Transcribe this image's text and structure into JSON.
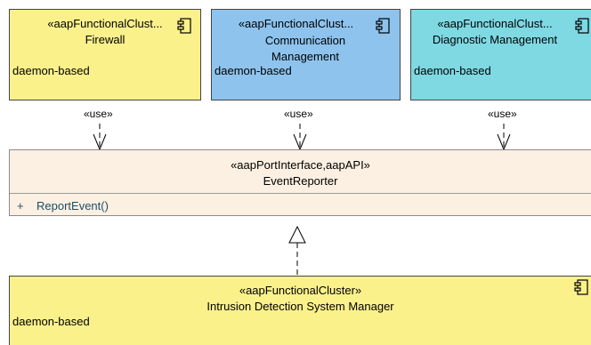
{
  "clusters": [
    {
      "stereotype": "«aapFunctionalClust...",
      "name": "Firewall",
      "property": "daemon-based",
      "color": "#fbf18b"
    },
    {
      "stereotype": "«aapFunctionalClust...",
      "name": "Communication Management",
      "property": "daemon-based",
      "color": "#8ec3ed"
    },
    {
      "stereotype": "«aapFunctionalClust...",
      "name": "Diagnostic Management",
      "property": "daemon-based",
      "color": "#7ed9e3"
    }
  ],
  "interface": {
    "stereotype": "«aapPortInterface,aapAPI»",
    "name": "EventReporter",
    "operation": {
      "visibility": "+",
      "name": "ReportEvent()"
    },
    "color": "#fbf0e1"
  },
  "use_labels": [
    "«use»",
    "«use»",
    "«use»"
  ],
  "bottom_cluster": {
    "stereotype": "«aapFunctionalCluster»",
    "name": "Intrusion Detection System Manager",
    "property": "daemon-based",
    "color": "#fbf18b"
  }
}
